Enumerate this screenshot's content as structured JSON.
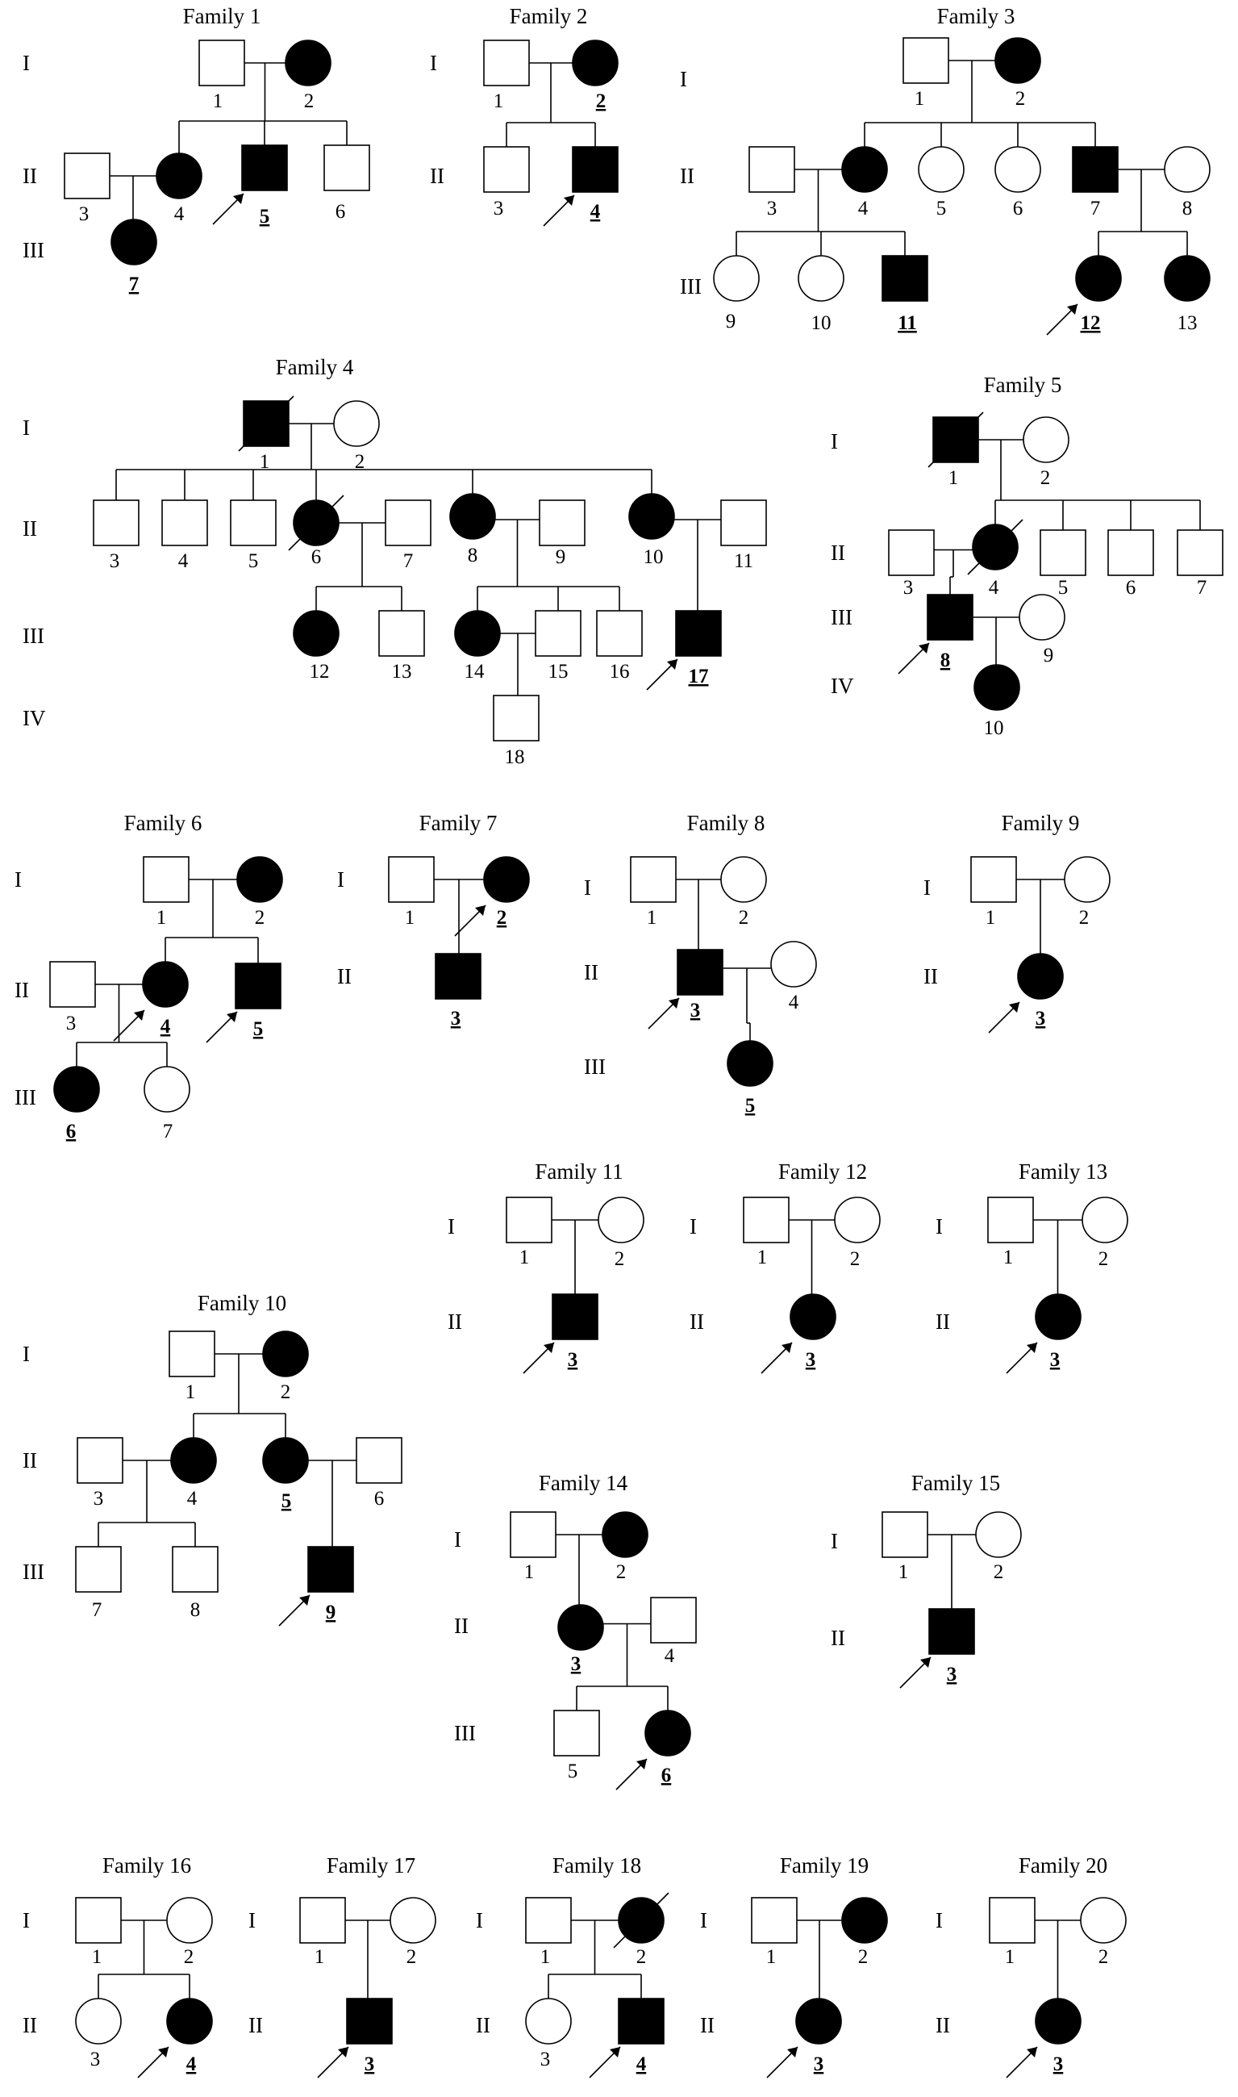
{
  "families": [
    {
      "title": "Family 1",
      "generations": [
        "I",
        "II",
        "III"
      ],
      "individuals": [
        {
          "id": "1",
          "sex": "male",
          "affected": false
        },
        {
          "id": "2",
          "sex": "female",
          "affected": true
        },
        {
          "id": "3",
          "sex": "male",
          "affected": false
        },
        {
          "id": "4",
          "sex": "female",
          "affected": true
        },
        {
          "id": "5",
          "sex": "male",
          "affected": true,
          "proband": true,
          "bold": true
        },
        {
          "id": "6",
          "sex": "male",
          "affected": false
        },
        {
          "id": "7",
          "sex": "female",
          "affected": true,
          "bold": true
        }
      ]
    },
    {
      "title": "Family 2",
      "generations": [
        "I",
        "II"
      ],
      "individuals": [
        {
          "id": "1",
          "sex": "male",
          "affected": false
        },
        {
          "id": "2",
          "sex": "female",
          "affected": true,
          "bold": true
        },
        {
          "id": "3",
          "sex": "male",
          "affected": false
        },
        {
          "id": "4",
          "sex": "male",
          "affected": true,
          "proband": true,
          "bold": true
        }
      ]
    },
    {
      "title": "Family 3",
      "generations": [
        "I",
        "II",
        "III"
      ],
      "individuals": [
        {
          "id": "1",
          "sex": "male",
          "affected": false
        },
        {
          "id": "2",
          "sex": "female",
          "affected": true
        },
        {
          "id": "3",
          "sex": "male",
          "affected": false
        },
        {
          "id": "4",
          "sex": "female",
          "affected": true
        },
        {
          "id": "5",
          "sex": "female",
          "affected": false
        },
        {
          "id": "6",
          "sex": "female",
          "affected": false
        },
        {
          "id": "7",
          "sex": "male",
          "affected": true
        },
        {
          "id": "8",
          "sex": "female",
          "affected": false
        },
        {
          "id": "9",
          "sex": "female",
          "affected": false
        },
        {
          "id": "10",
          "sex": "female",
          "affected": false
        },
        {
          "id": "11",
          "sex": "male",
          "affected": true,
          "bold": true
        },
        {
          "id": "12",
          "sex": "female",
          "affected": true,
          "proband": true,
          "bold": true
        },
        {
          "id": "13",
          "sex": "female",
          "affected": true
        }
      ]
    },
    {
      "title": "Family 4",
      "generations": [
        "I",
        "II",
        "III",
        "IV"
      ],
      "individuals": [
        {
          "id": "1",
          "sex": "male",
          "affected": true,
          "deceased": true
        },
        {
          "id": "2",
          "sex": "female",
          "affected": false
        },
        {
          "id": "3",
          "sex": "male",
          "affected": false
        },
        {
          "id": "4",
          "sex": "male",
          "affected": false
        },
        {
          "id": "5",
          "sex": "male",
          "affected": false
        },
        {
          "id": "6",
          "sex": "female",
          "affected": true,
          "deceased": true
        },
        {
          "id": "7",
          "sex": "male",
          "affected": false
        },
        {
          "id": "8",
          "sex": "female",
          "affected": true
        },
        {
          "id": "9",
          "sex": "male",
          "affected": false
        },
        {
          "id": "10",
          "sex": "female",
          "affected": true
        },
        {
          "id": "11",
          "sex": "male",
          "affected": false
        },
        {
          "id": "12",
          "sex": "female",
          "affected": true
        },
        {
          "id": "13",
          "sex": "male",
          "affected": false
        },
        {
          "id": "14",
          "sex": "female",
          "affected": true
        },
        {
          "id": "15",
          "sex": "male",
          "affected": false
        },
        {
          "id": "16",
          "sex": "male",
          "affected": false
        },
        {
          "id": "17",
          "sex": "male",
          "affected": true,
          "proband": true,
          "bold": true
        },
        {
          "id": "18",
          "sex": "male",
          "affected": false
        }
      ]
    },
    {
      "title": "Family 5",
      "generations": [
        "I",
        "II",
        "III",
        "IV"
      ],
      "individuals": [
        {
          "id": "1",
          "sex": "male",
          "affected": true,
          "deceased": true
        },
        {
          "id": "2",
          "sex": "female",
          "affected": false
        },
        {
          "id": "3",
          "sex": "male",
          "affected": false
        },
        {
          "id": "4",
          "sex": "female",
          "affected": true,
          "deceased": true
        },
        {
          "id": "5",
          "sex": "male",
          "affected": false
        },
        {
          "id": "6",
          "sex": "male",
          "affected": false
        },
        {
          "id": "7",
          "sex": "male",
          "affected": false
        },
        {
          "id": "8",
          "sex": "male",
          "affected": true,
          "proband": true,
          "bold": true
        },
        {
          "id": "9",
          "sex": "female",
          "affected": false
        },
        {
          "id": "10",
          "sex": "female",
          "affected": true
        }
      ]
    },
    {
      "title": "Family 6",
      "generations": [
        "I",
        "II",
        "III"
      ],
      "individuals": [
        {
          "id": "1",
          "sex": "male",
          "affected": false
        },
        {
          "id": "2",
          "sex": "female",
          "affected": true
        },
        {
          "id": "3",
          "sex": "male",
          "affected": false
        },
        {
          "id": "4",
          "sex": "female",
          "affected": true,
          "bold": true
        },
        {
          "id": "5",
          "sex": "male",
          "affected": true,
          "proband": true,
          "bold": true
        },
        {
          "id": "6",
          "sex": "female",
          "affected": true,
          "bold": true
        },
        {
          "id": "7",
          "sex": "female",
          "affected": false
        }
      ]
    },
    {
      "title": "Family 7",
      "generations": [
        "I",
        "II"
      ],
      "individuals": [
        {
          "id": "1",
          "sex": "male",
          "affected": false
        },
        {
          "id": "2",
          "sex": "female",
          "affected": true,
          "proband": true,
          "bold": true
        },
        {
          "id": "3",
          "sex": "male",
          "affected": true,
          "bold": true
        }
      ]
    },
    {
      "title": "Family 8",
      "generations": [
        "I",
        "II",
        "III"
      ],
      "individuals": [
        {
          "id": "1",
          "sex": "male",
          "affected": false
        },
        {
          "id": "2",
          "sex": "female",
          "affected": false
        },
        {
          "id": "3",
          "sex": "male",
          "affected": true,
          "proband": true,
          "bold": true
        },
        {
          "id": "4",
          "sex": "female",
          "affected": false
        },
        {
          "id": "5",
          "sex": "female",
          "affected": true,
          "bold": true
        }
      ]
    },
    {
      "title": "Family 9",
      "generations": [
        "I",
        "II"
      ],
      "individuals": [
        {
          "id": "1",
          "sex": "male",
          "affected": false
        },
        {
          "id": "2",
          "sex": "female",
          "affected": false
        },
        {
          "id": "3",
          "sex": "female",
          "affected": true,
          "proband": true,
          "bold": true
        }
      ]
    },
    {
      "title": "Family 10",
      "generations": [
        "I",
        "II",
        "III"
      ],
      "individuals": [
        {
          "id": "1",
          "sex": "male",
          "affected": false
        },
        {
          "id": "2",
          "sex": "female",
          "affected": true
        },
        {
          "id": "3",
          "sex": "male",
          "affected": false
        },
        {
          "id": "4",
          "sex": "female",
          "affected": true
        },
        {
          "id": "5",
          "sex": "female",
          "affected": true,
          "bold": true
        },
        {
          "id": "6",
          "sex": "male",
          "affected": false
        },
        {
          "id": "7",
          "sex": "male",
          "affected": false
        },
        {
          "id": "8",
          "sex": "male",
          "affected": false
        },
        {
          "id": "9",
          "sex": "male",
          "affected": true,
          "proband": true,
          "bold": true
        }
      ]
    },
    {
      "title": "Family 11",
      "generations": [
        "I",
        "II"
      ],
      "individuals": [
        {
          "id": "1",
          "sex": "male",
          "affected": false
        },
        {
          "id": "2",
          "sex": "female",
          "affected": false
        },
        {
          "id": "3",
          "sex": "male",
          "affected": true,
          "proband": true,
          "bold": true
        }
      ]
    },
    {
      "title": "Family 12",
      "generations": [
        "I",
        "II"
      ],
      "individuals": [
        {
          "id": "1",
          "sex": "male",
          "affected": false
        },
        {
          "id": "2",
          "sex": "female",
          "affected": false
        },
        {
          "id": "3",
          "sex": "female",
          "affected": true,
          "proband": true,
          "bold": true
        }
      ]
    },
    {
      "title": "Family 13",
      "generations": [
        "I",
        "II"
      ],
      "individuals": [
        {
          "id": "1",
          "sex": "male",
          "affected": false
        },
        {
          "id": "2",
          "sex": "female",
          "affected": false
        },
        {
          "id": "3",
          "sex": "female",
          "affected": true,
          "proband": true,
          "bold": true
        }
      ]
    },
    {
      "title": "Family 14",
      "generations": [
        "I",
        "II",
        "III"
      ],
      "individuals": [
        {
          "id": "1",
          "sex": "male",
          "affected": false
        },
        {
          "id": "2",
          "sex": "female",
          "affected": true
        },
        {
          "id": "3",
          "sex": "female",
          "affected": true,
          "bold": true
        },
        {
          "id": "4",
          "sex": "male",
          "affected": false
        },
        {
          "id": "5",
          "sex": "male",
          "affected": false
        },
        {
          "id": "6",
          "sex": "female",
          "affected": true,
          "proband": true,
          "bold": true
        }
      ]
    },
    {
      "title": "Family 15",
      "generations": [
        "I",
        "II"
      ],
      "individuals": [
        {
          "id": "1",
          "sex": "male",
          "affected": false
        },
        {
          "id": "2",
          "sex": "female",
          "affected": false
        },
        {
          "id": "3",
          "sex": "male",
          "affected": true,
          "proband": true,
          "bold": true
        }
      ]
    },
    {
      "title": "Family 16",
      "generations": [
        "I",
        "II"
      ],
      "individuals": [
        {
          "id": "1",
          "sex": "male",
          "affected": false
        },
        {
          "id": "2",
          "sex": "female",
          "affected": false
        },
        {
          "id": "3",
          "sex": "female",
          "affected": false
        },
        {
          "id": "4",
          "sex": "female",
          "affected": true,
          "proband": true,
          "bold": true
        }
      ]
    },
    {
      "title": "Family 17",
      "generations": [
        "I",
        "II"
      ],
      "individuals": [
        {
          "id": "1",
          "sex": "male",
          "affected": false
        },
        {
          "id": "2",
          "sex": "female",
          "affected": false
        },
        {
          "id": "3",
          "sex": "male",
          "affected": true,
          "proband": true,
          "bold": true
        }
      ]
    },
    {
      "title": "Family 18",
      "generations": [
        "I",
        "II"
      ],
      "individuals": [
        {
          "id": "1",
          "sex": "male",
          "affected": false
        },
        {
          "id": "2",
          "sex": "female",
          "affected": true,
          "deceased": true
        },
        {
          "id": "3",
          "sex": "female",
          "affected": false
        },
        {
          "id": "4",
          "sex": "male",
          "affected": true,
          "proband": true,
          "bold": true
        }
      ]
    },
    {
      "title": "Family 19",
      "generations": [
        "I",
        "II"
      ],
      "individuals": [
        {
          "id": "1",
          "sex": "male",
          "affected": false
        },
        {
          "id": "2",
          "sex": "female",
          "affected": true
        },
        {
          "id": "3",
          "sex": "female",
          "affected": true,
          "proband": true,
          "bold": true
        }
      ]
    },
    {
      "title": "Family 20",
      "generations": [
        "I",
        "II"
      ],
      "individuals": [
        {
          "id": "1",
          "sex": "male",
          "affected": false
        },
        {
          "id": "2",
          "sex": "female",
          "affected": false
        },
        {
          "id": "3",
          "sex": "female",
          "affected": true,
          "proband": true,
          "bold": true
        }
      ]
    }
  ]
}
